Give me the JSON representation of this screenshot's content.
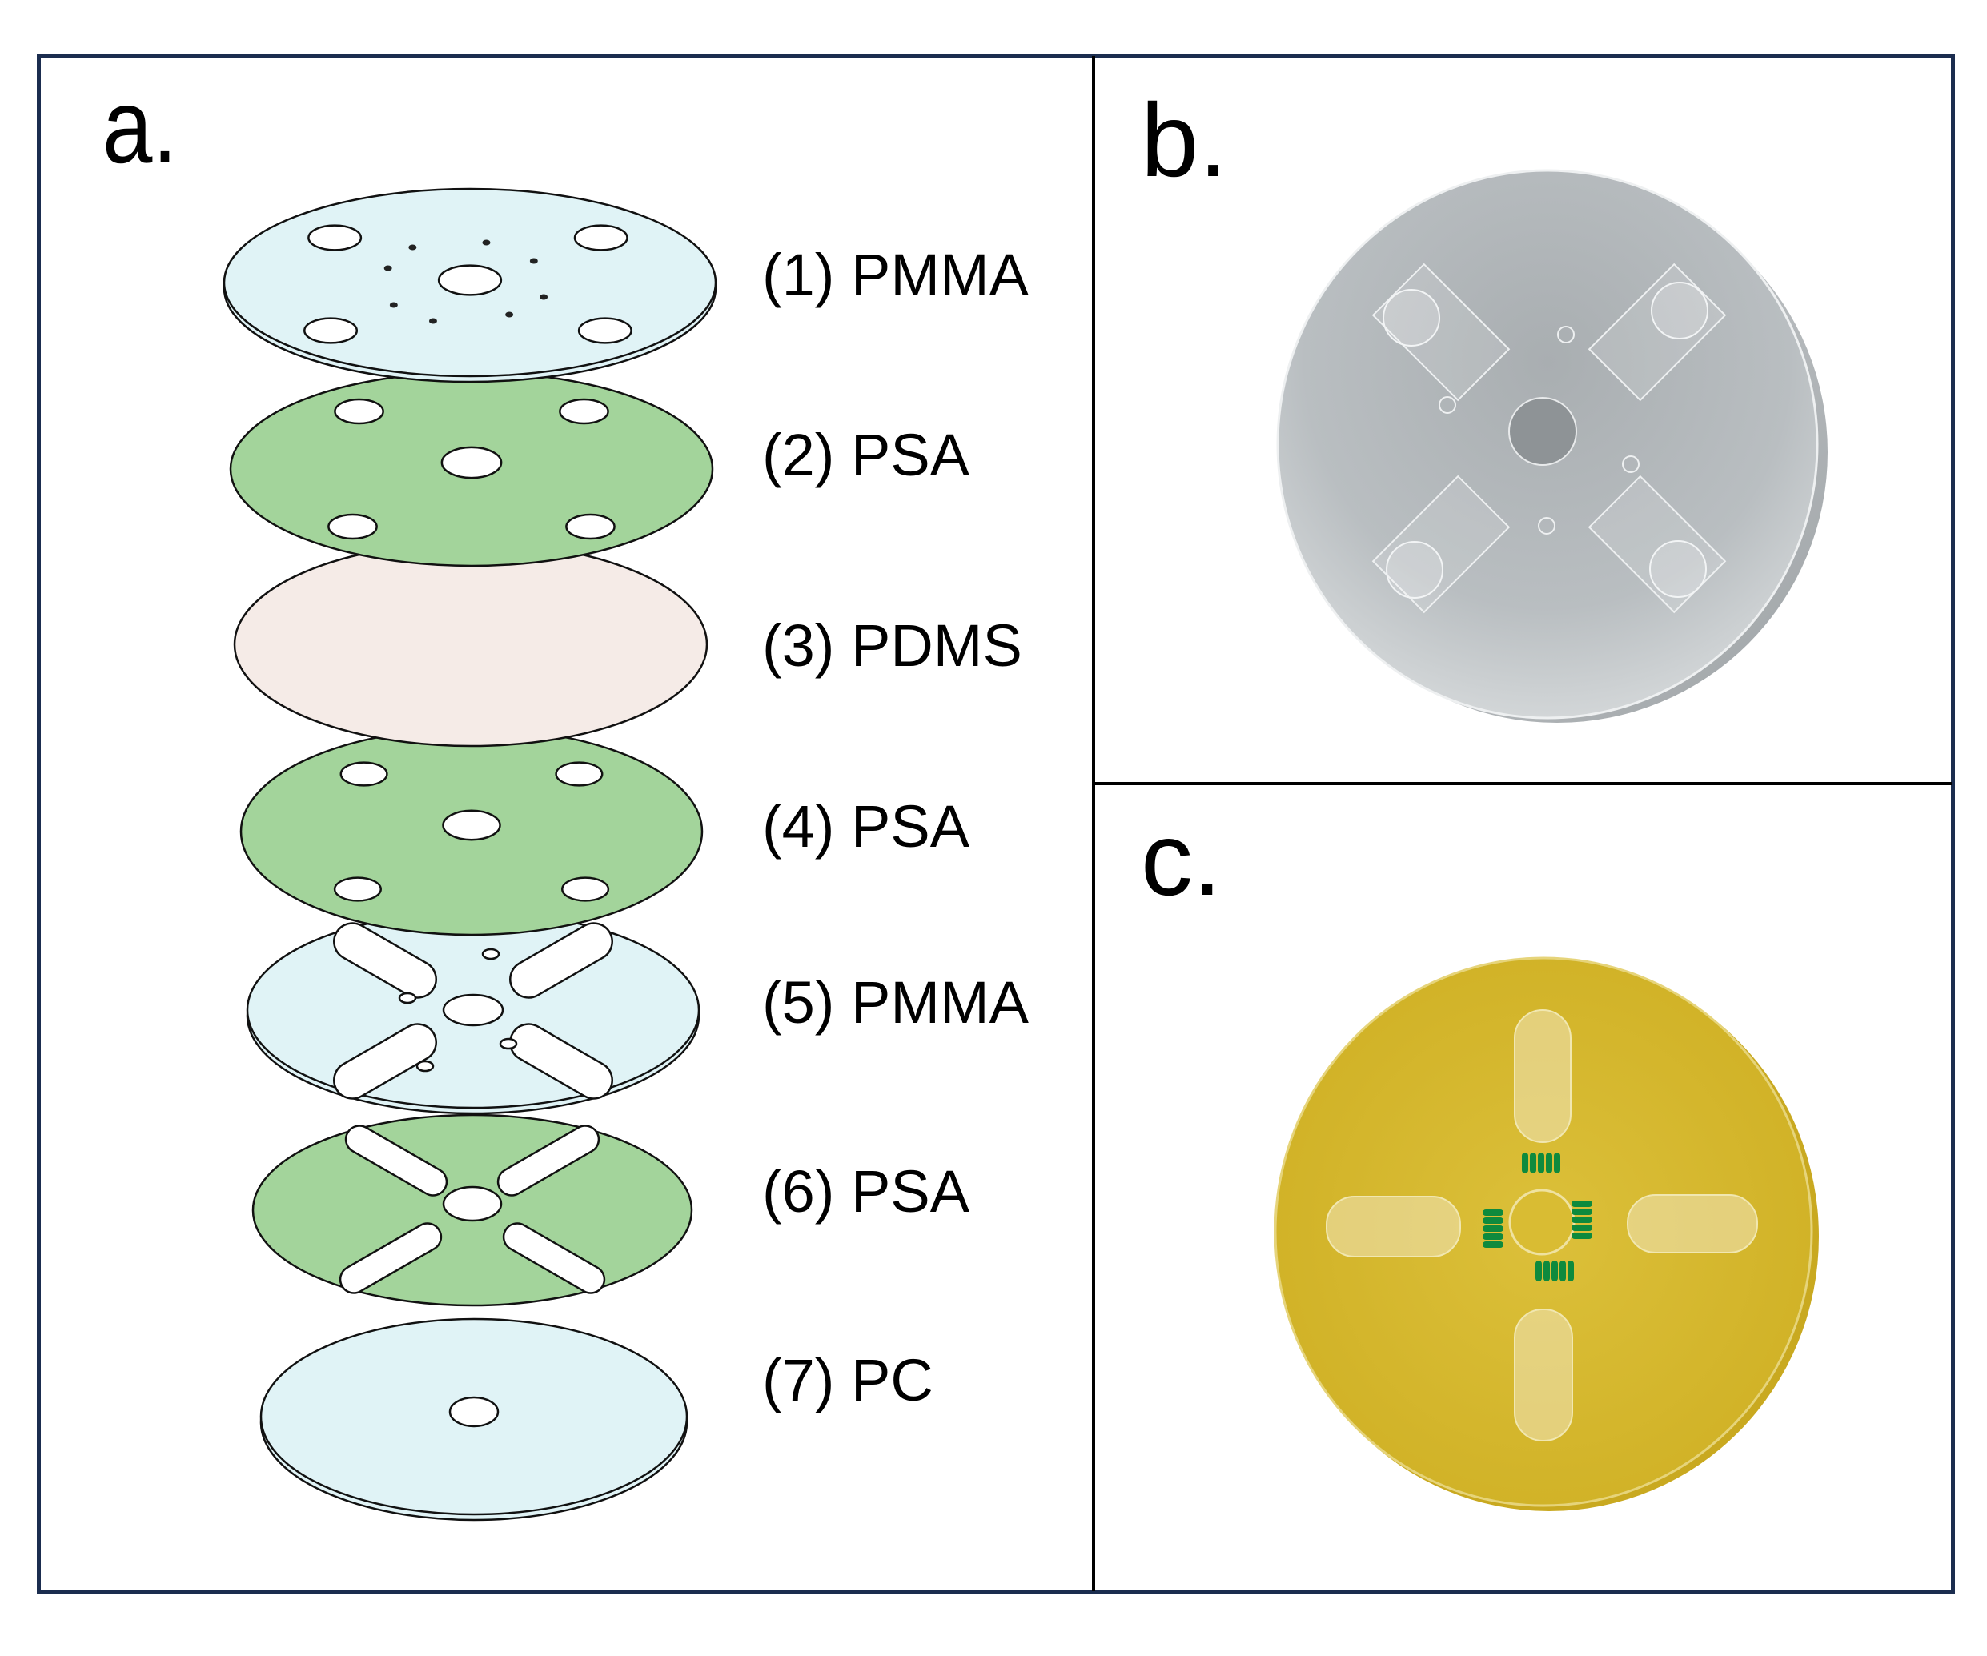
{
  "colors": {
    "frame": "#1b2d4f",
    "divider": "#000000",
    "pmma": "#e0f3f6",
    "psa": "#a3d49b",
    "pdms": "#f5ebe7",
    "pc": "#e0f3f6",
    "outline": "#111111",
    "disc_b_gray": "#b4b9bc",
    "disc_c_yellow": "#d6b82a",
    "marker_green": "#0e8a3d"
  },
  "panels": {
    "a": {
      "label": "a."
    },
    "b": {
      "label": "b."
    },
    "c": {
      "label": "c."
    }
  },
  "layers": [
    {
      "index": 1,
      "label": "(1) PMMA",
      "material": "PMMA",
      "pattern": "inlet-holes"
    },
    {
      "index": 2,
      "label": "(2) PSA",
      "material": "PSA",
      "pattern": "five-holes"
    },
    {
      "index": 3,
      "label": "(3) PDMS",
      "material": "PDMS",
      "pattern": "solid"
    },
    {
      "index": 4,
      "label": "(4) PSA",
      "material": "PSA",
      "pattern": "five-holes"
    },
    {
      "index": 5,
      "label": "(5) PMMA",
      "material": "PMMA",
      "pattern": "chambers"
    },
    {
      "index": 6,
      "label": "(6) PSA",
      "material": "PSA",
      "pattern": "slots"
    },
    {
      "index": 7,
      "label": "(7) PC",
      "material": "PC",
      "pattern": "center-hole"
    }
  ]
}
